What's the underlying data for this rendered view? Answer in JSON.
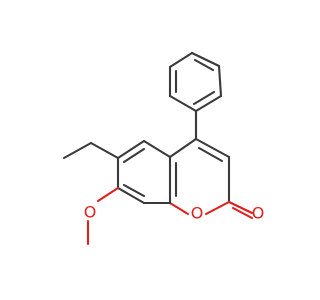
{
  "molecule": {
    "atom_labels": {
      "ring_oxygen": "O",
      "carbonyl_oxygen": "O",
      "methoxy_oxygen": "O"
    },
    "colors": {
      "bond": "#3a3a3a",
      "oxygen": "#e0201c",
      "background": "#ffffff"
    }
  }
}
